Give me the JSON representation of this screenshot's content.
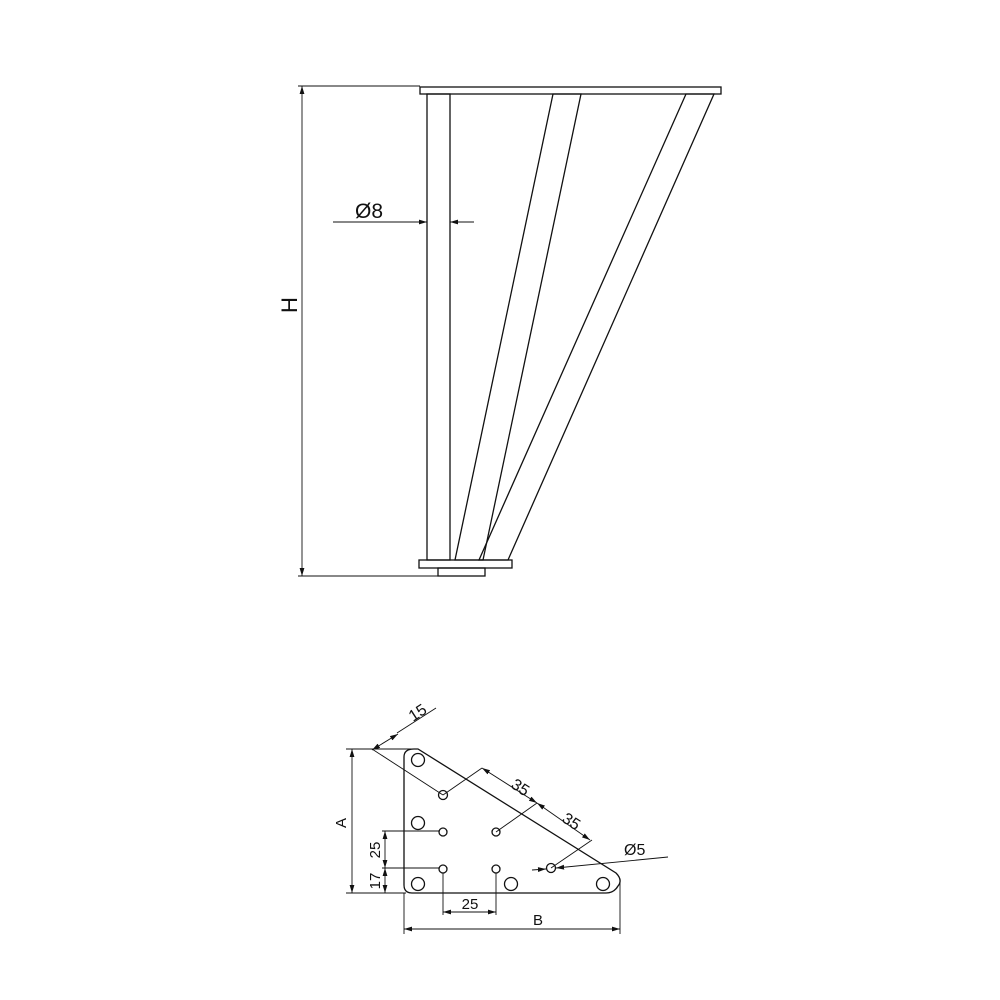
{
  "leg_view": {
    "height_label": "H",
    "rod_diameter_label": "Ø8"
  },
  "plate_view": {
    "dim_offset": "15",
    "dim_spacing_1": "35",
    "dim_spacing_2": "35",
    "hole_diameter": "Ø5",
    "dim_A": "A",
    "dim_B": "B",
    "dim_vertical_25": "25",
    "dim_vertical_17": "17",
    "dim_horizontal_25": "25"
  },
  "colors": {
    "line": "#111111",
    "background": "#ffffff"
  }
}
